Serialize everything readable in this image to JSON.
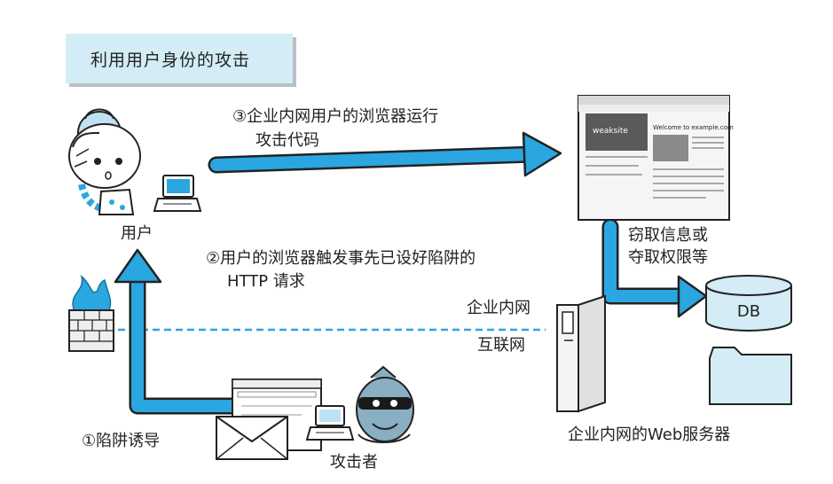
{
  "title": "利用用户身份的攻击",
  "step3": {
    "line1": "③企业内网用户的浏览器运行",
    "line2": "攻击代码"
  },
  "step2": {
    "line1": "②用户的浏览器触发事先已设好陷阱的",
    "line2": "HTTP 请求"
  },
  "step1": "①陷阱诱导",
  "user_label": "用户",
  "attacker_label": "攻击者",
  "server_label": "企业内网的Web服务器",
  "steal_label": {
    "line1": "窃取信息或",
    "line2": "夺取权限等"
  },
  "db_label": "DB",
  "intranet_label": "企业内网",
  "internet_label": "互联网",
  "website": {
    "brand": "weaksite",
    "heading": "Welcome to example.com"
  },
  "colors": {
    "arrow": "#2aa6e0",
    "title_bg": "#d3ecf6",
    "dashed": "#2aa6e0"
  }
}
